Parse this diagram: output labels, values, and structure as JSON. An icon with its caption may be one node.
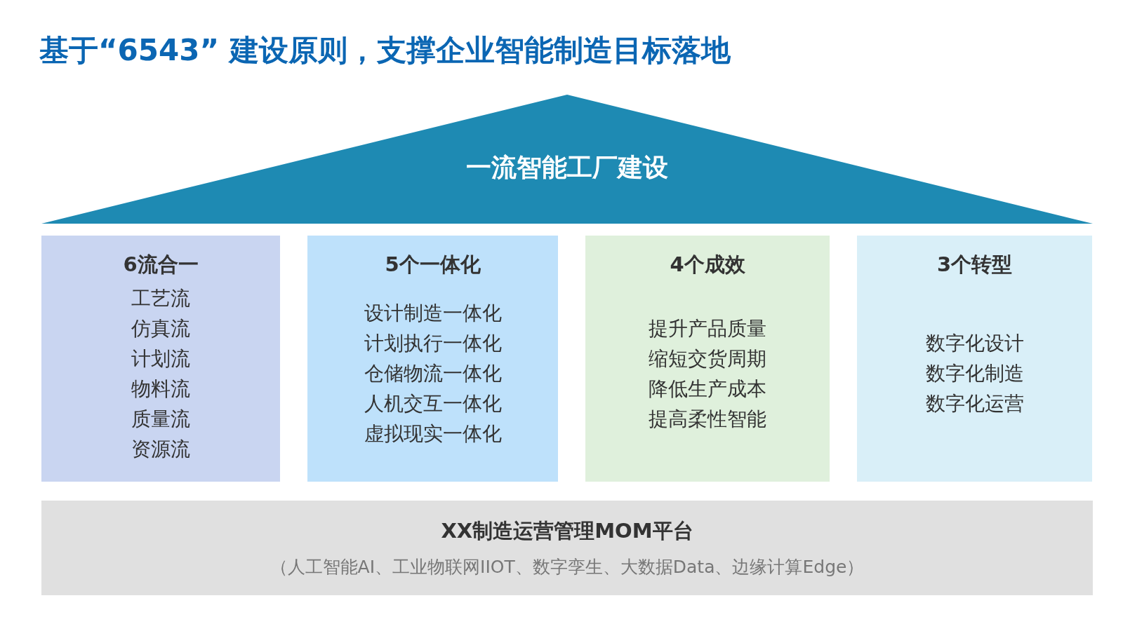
{
  "diagram": {
    "title": "基于“6543” 建设原则，支撑企业智能制造目标落地",
    "nodes": [
      {
        "text": [
          "一流智能工厂建设"
        ]
      },
      {
        "text": [
          "6流合一",
          "工艺流",
          "仿真流",
          "计划流",
          "物料流",
          "质量流",
          "资源流"
        ]
      },
      {
        "text": [
          "5个一体化",
          "设计制造一体化",
          "计划执行一体化",
          "仓储物流一体化",
          "人机交互一体化",
          "虚拟现实一体化"
        ]
      },
      {
        "text": [
          "4个成效",
          "提升产品质量",
          "缩短交货周期",
          "降低生产成本",
          "提高柔性智能"
        ]
      },
      {
        "text": [
          "3个转型",
          "数字化设计",
          "数字化制造",
          "数字化运营"
        ]
      },
      {
        "text": [
          "XX制造运营管理MOM平台",
          "（人工智能AI、工业物联网IIOT、数字孪生、大数据Data、边缘计算Edge）"
        ]
      }
    ]
  }
}
